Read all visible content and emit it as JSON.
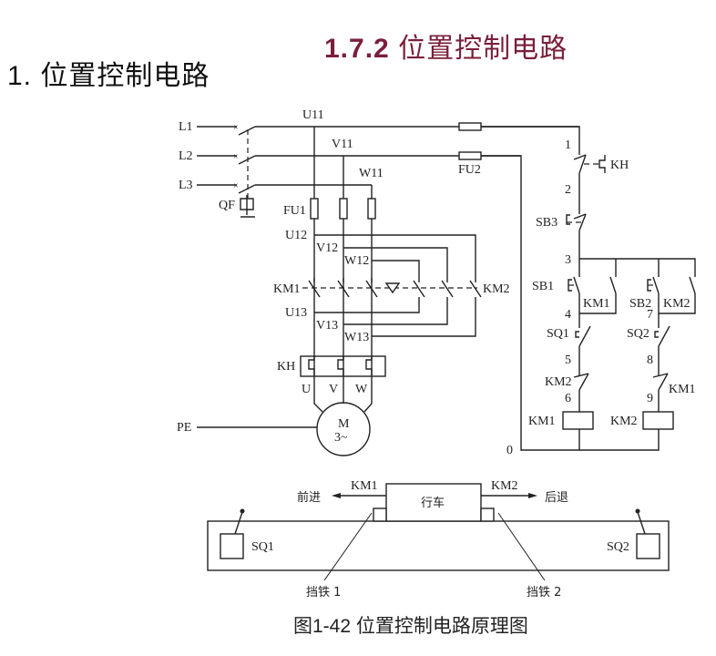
{
  "heading": {
    "section_number": "1.7.2",
    "section_title": "位置控制电路",
    "sub_number": "1.",
    "sub_title": "位置控制电路"
  },
  "caption": "图1-42  位置控制电路原理图",
  "main_circuit": {
    "phases": [
      "L1",
      "L2",
      "L3"
    ],
    "breaker": "QF",
    "nodes_11": [
      "U11",
      "V11",
      "W11"
    ],
    "main_fuse": "FU1",
    "control_fuse": "FU2",
    "nodes_12": [
      "U12",
      "V12",
      "W12"
    ],
    "contactor_left": "KM1",
    "contactor_right": "KM2",
    "nodes_13": [
      "U13",
      "V13",
      "W13"
    ],
    "overload": "KH",
    "motor_terminals": [
      "U",
      "V",
      "W"
    ],
    "motor_label": "M",
    "motor_sub": "3~",
    "ground": "PE"
  },
  "control_circuit": {
    "node_labels": [
      "1",
      "2",
      "3",
      "4",
      "5",
      "6",
      "7",
      "8",
      "9",
      "0"
    ],
    "kh_contact": "KH",
    "stop_button": "SB3",
    "forward_button": "SB1",
    "reverse_button": "SB2",
    "hold_km1": "KM1",
    "hold_km2": "KM2",
    "limit_1": "SQ1",
    "limit_2": "SQ2",
    "interlock_left": "KM2",
    "interlock_right": "KM1",
    "coil_left": "KM1",
    "coil_right": "KM2"
  },
  "track": {
    "cart": "行车",
    "forward": "前进",
    "backward": "后退",
    "km_forward": "KM1",
    "km_backward": "KM2",
    "limit_left": "SQ1",
    "limit_right": "SQ2",
    "stop_iron_1": "挡铁 1",
    "stop_iron_2": "挡铁 2"
  }
}
